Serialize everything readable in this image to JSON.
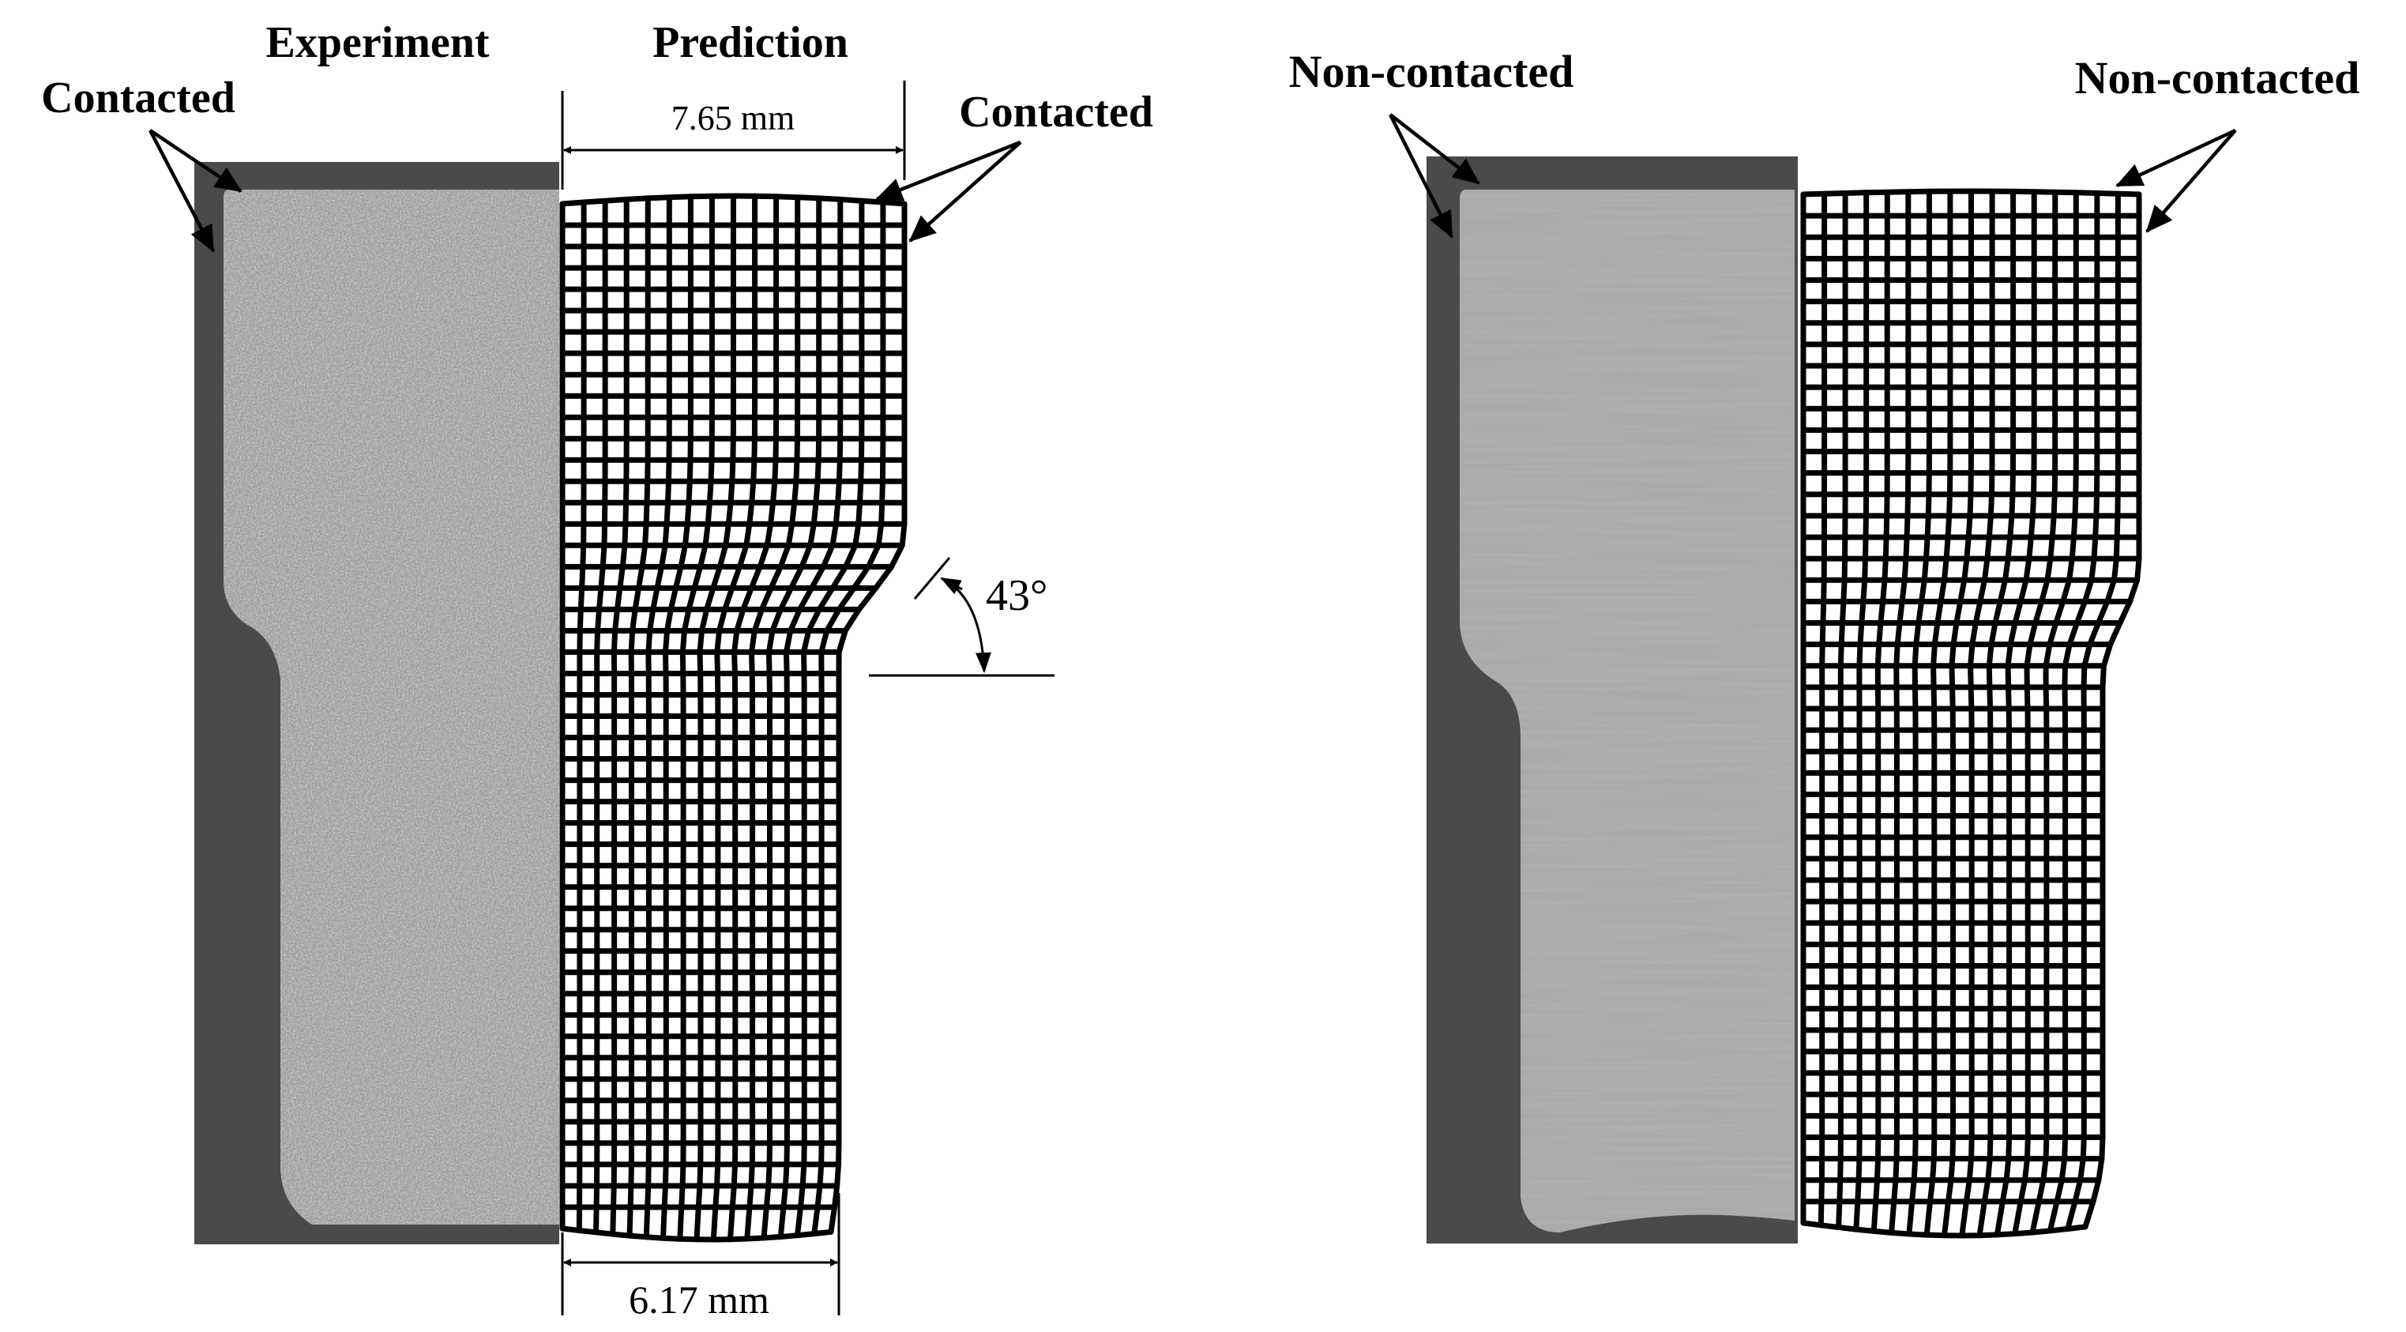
{
  "left_panel": {
    "header_experiment": "Experiment",
    "header_prediction": "Prediction",
    "callout_experiment": "Contacted",
    "callout_prediction": "Contacted",
    "dimension_top": "7.65 mm",
    "dimension_bottom": "6.17 mm",
    "angle_label": "43°"
  },
  "right_panel": {
    "callout_experiment": "Non-contacted",
    "callout_prediction": "Non-contacted"
  },
  "colors": {
    "specimen_background": "#4a4a4a",
    "left_specimen": "#9c9c9c",
    "right_specimen": "#a9a9a9",
    "mesh": "#000000"
  },
  "mesh": {
    "columns": 16,
    "rows": 48
  }
}
